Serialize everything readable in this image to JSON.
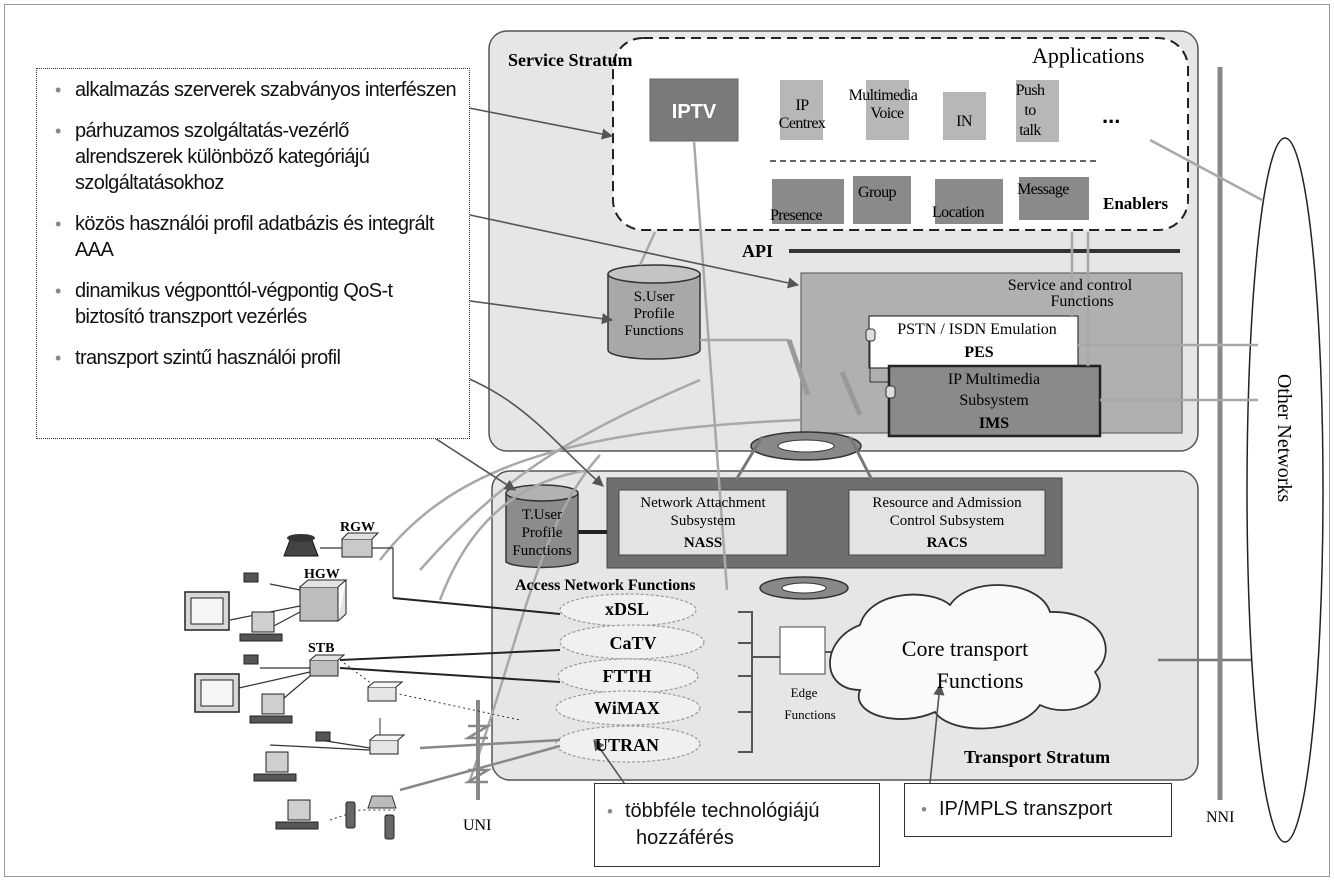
{
  "bullets": [
    "alkalmazás szerverek szabványos interfészen",
    "párhuzamos szolgáltatás-vezérlő alrendszerek különböző kategóriájú szolgáltatásokhoz",
    "közös használói profil adatbázis és integrált AAA",
    "dinamikus végponttól-végpontig QoS-t biztosító transzport vezérlés",
    "transzport szintű használói profil"
  ],
  "service_stratum": {
    "title": "Service Stratum",
    "applications_title": "Applications",
    "apps": [
      "IPTV",
      "IP Centrex",
      "Multimedia Voice",
      "IN",
      "Push to talk",
      "..."
    ],
    "enablers": [
      "Presence",
      "Group",
      "Location",
      "Message"
    ],
    "enablers_label": "Enablers",
    "api": "API",
    "s_user_profile": [
      "S.User",
      "Profile",
      "Functions"
    ],
    "service_control": [
      "Service and control",
      "Functions"
    ],
    "pstn": "PSTN / ISDN Emulation",
    "pes": "PES",
    "ims": [
      "IP Multimedia",
      "Subsystem"
    ],
    "ims_abbr": "IMS"
  },
  "transport_stratum": {
    "title": "Transport Stratum",
    "t_user_profile": [
      "T.User",
      "Profile",
      "Functions"
    ],
    "nass": [
      "Network Attachment",
      "Subsystem"
    ],
    "nass_abbr": "NASS",
    "racs": [
      "Resource and Admission",
      "Control Subsystem"
    ],
    "racs_abbr": "RACS",
    "access_network": "Access Network Functions",
    "access_techs": [
      "xDSL",
      "CaTV",
      "FTTH",
      "WiMAX",
      "UTRAN"
    ],
    "edge": [
      "Edge",
      "Functions"
    ],
    "core": [
      "Core transport",
      "Functions"
    ]
  },
  "other_networks": "Other Networks",
  "devices": [
    "RGW",
    "HGW",
    "STB"
  ],
  "uni": "UNI",
  "nni": "NNI",
  "callouts": {
    "access": [
      "többféle technológiájú",
      "hozzáférés"
    ],
    "transport": "IP/MPLS transzport"
  }
}
